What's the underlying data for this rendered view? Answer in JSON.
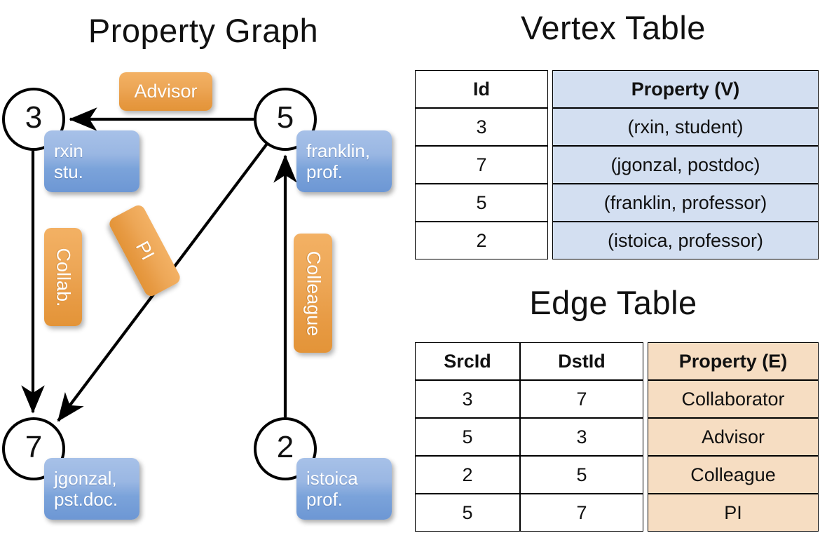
{
  "titles": {
    "property_graph": "Property Graph",
    "vertex_table": "Vertex Table",
    "edge_table": "Edge Table"
  },
  "graph": {
    "nodes": [
      {
        "id": "3",
        "property_line1": "rxin",
        "property_line2": "stu."
      },
      {
        "id": "5",
        "property_line1": "franklin,",
        "property_line2": "prof."
      },
      {
        "id": "7",
        "property_line1": "jgonzal,",
        "property_line2": "pst.doc."
      },
      {
        "id": "2",
        "property_line1": "istoica",
        "property_line2": "prof."
      }
    ],
    "edge_labels": {
      "advisor": "Advisor",
      "collab": "Collab.",
      "pi": "PI",
      "colleague": "Colleague"
    }
  },
  "vertex_table": {
    "headers": [
      "Id",
      "Property (V)"
    ],
    "rows": [
      [
        "3",
        "(rxin, student)"
      ],
      [
        "7",
        "(jgonzal, postdoc)"
      ],
      [
        "5",
        "(franklin, professor)"
      ],
      [
        "2",
        "(istoica, professor)"
      ]
    ]
  },
  "edge_table": {
    "headers": [
      "SrcId",
      "DstId",
      "Property (E)"
    ],
    "rows": [
      [
        "3",
        "7",
        "Collaborator"
      ],
      [
        "5",
        "3",
        "Advisor"
      ],
      [
        "2",
        "5",
        "Colleague"
      ],
      [
        "5",
        "7",
        "PI"
      ]
    ]
  },
  "colors": {
    "vertex_box": "#9ab7e3",
    "edge_box": "#eda757",
    "vertex_cell": "#d3dff1",
    "edge_cell": "#f6ddc2",
    "stroke": "#000000",
    "background": "#ffffff"
  }
}
